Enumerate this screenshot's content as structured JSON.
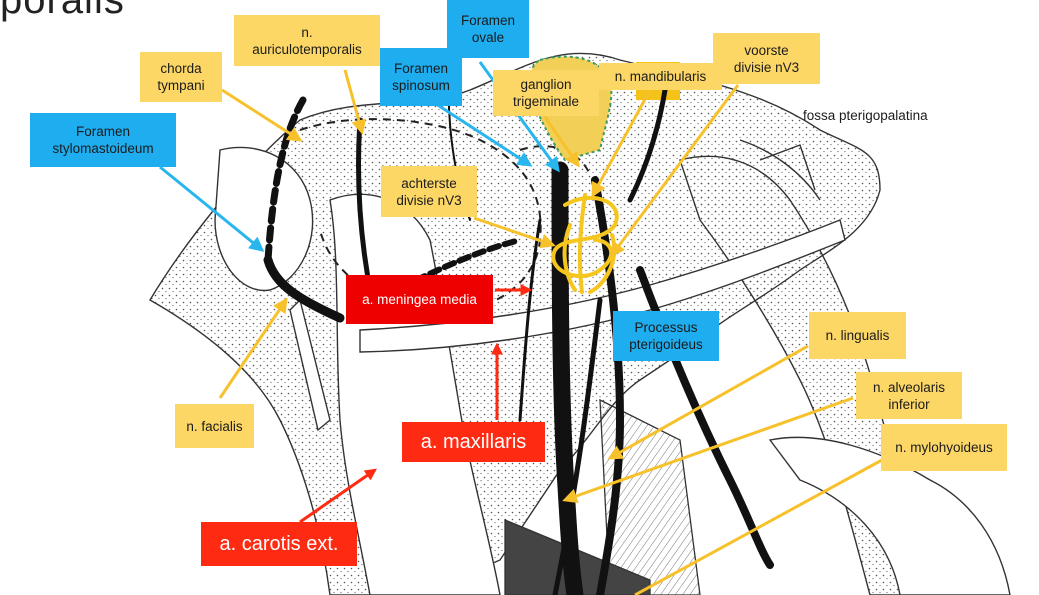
{
  "title_fragment": "poralis",
  "colors": {
    "nerve_label_bg": "#fdd766",
    "foramen_label_bg": "#1eadef",
    "artery_label_bg": "#ff2a12",
    "nerve_arrow": "#f6c12a",
    "foramen_arrow": "#29b6ee",
    "artery_arrow": "#ff2a12"
  },
  "labels": {
    "chorda_tympani": "chorda\ntympani",
    "n_auriculotemporalis": "n.\nauriculotemporalis",
    "foramen_spinosum": "Foramen\nspinosum",
    "foramen_ovale": "Foramen\novale",
    "ganglion_trigeminale": "ganglion\ntrigeminale",
    "n_mandibularis": "n. mandibularis",
    "voorste_divisie": "voorste\ndivisie nV3",
    "fossa_pterigopalatina": "fossa pterigopalatina",
    "foramen_stylomastoideum": "Foramen\nstylomastoideum",
    "achterste_divisie": "achterste\ndivisie nV3",
    "a_meningea_media": "a. meningea media",
    "processus_pterigoideus": "Processus\npterigoideus",
    "n_lingualis": "n. lingualis",
    "n_alveolaris_inferior": "n. alveolaris\ninferior",
    "n_facialis": "n. facialis",
    "a_maxillaris": "a. maxillaris",
    "n_mylohyoideus": "n. mylohyoideus",
    "a_carotis_ext": "a. carotis ext."
  }
}
